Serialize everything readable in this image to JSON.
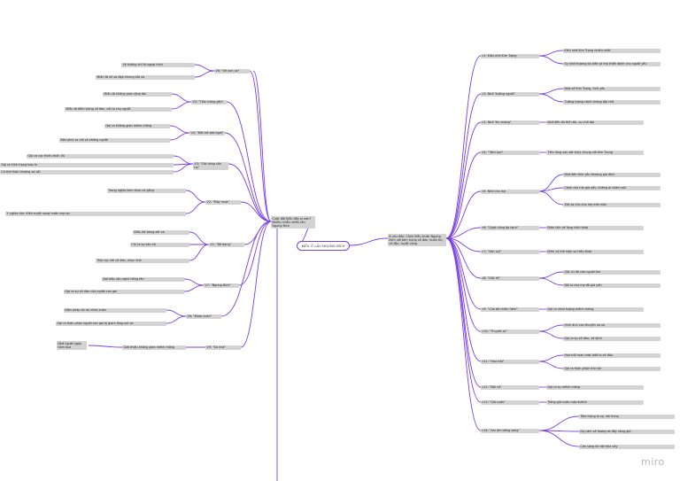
{
  "center": "KIỀU Ở LẦU NGƯNG BÍCH",
  "left_main": "Cuộc đời Kiều đầy ai oán? Nhiều nhiễu nhiều lần Ngưng Bích",
  "right_main": "6 câu đầu: Cảnh Kiều trước Ngưng Bích với tâm trạng cô đơn, buồn tủi, cô độc, tuyệt vọng",
  "left": [
    {
      "label": "V6: \"Vẻ non xa\"",
      "items": [
        "Vẻ không chỉ tả ngoại hình",
        "Miêu tả vẻ xa đẹp nhưng xót xa"
      ]
    },
    {
      "label": "V5: \"Tấm trăng gần\"",
      "items": [
        "Miêu tả không gian rộng lớn",
        "Miêu tả đêm trăng cô đơn, nỗi lo cho người"
      ]
    },
    {
      "label": "V4: \"Bốn bề bát ngát\"",
      "items": [
        "Gợi ra không gian mênh mông",
        "Bốn phía xa vời và không người"
      ]
    },
    {
      "label": "V3: \"Cát vàng cồn nọ\"",
      "items": [
        "Gợi cơ cực thiếu thốn đủ",
        "Gợi ra hình trạng bao la",
        "Cơ thể thân thương xa xôi"
      ]
    },
    {
      "label": "V2: \"Mây mưa\"",
      "items": [
        "Trong nghĩa kèm theo cố gắng",
        "Ý nghĩa câu: Kiều tuyệt vọng trước mọi sự"
      ]
    },
    {
      "label": "V1: \"Bẽ bàng\"",
      "items": [
        "Điều bẽ bàng xót xa",
        "Chỉ ra sự xấu hổ",
        "Tiếp tục nỗi cô đơn, nhục nhã"
      ]
    },
    {
      "label": "V7: \"Ngưng Bích\"",
      "items": [
        "Nơi tiếp cận nghe tiếng tên",
        "Gợi ra sự cô đơn của người con gái"
      ]
    },
    {
      "label": "V8: \"Khóa xuân\"",
      "items": [
        "Biện pháp ẩn dụ khóa xuân",
        "Gợi ra thân phận người con gái bị giam lỏng nơi xa"
      ]
    },
    {
      "label": "V9: \"Xa nhà\"",
      "items": [
        "Giới thiệu không gian mênh mông"
      ]
    }
  ],
  "left_extra": "Nhớ người ngày hôm qua",
  "right": [
    {
      "label": "c1: Kiều nhớ Kim Trọng",
      "items": [
        "Kiều nhớ Kim Trọng nhiều nhất",
        "Sự nhớ thương da diết và tha thiết dành cho người yêu"
      ]
    },
    {
      "label": "c2: Nhớ \"tưởng người\"",
      "items": [
        "Nhớ về Kim Trọng, tình yêu",
        "Tưởng tượng cảnh chàng đợi chờ"
      ]
    },
    {
      "label": "c3: Nhớ \"tin sương\"",
      "items": [
        "Nhớ đến lời thề ước, sự chờ đợi"
      ]
    },
    {
      "label": "c4: \"Tấm son\"",
      "items": [
        "Tấm lòng son sắt thủy chung với Kim Trọng"
      ]
    },
    {
      "label": "c5: Nhớ cha mẹ",
      "items": [
        "Nhớ đến tình yêu thương gia đình",
        "Cảnh cha mẹ già yếu, không ai chăm sóc",
        "Xót xa cho cha mẹ mỏi mòn"
      ]
    },
    {
      "label": "c6: \"Quạt nồng ấp lạnh\"",
      "items": [
        "Điển tích về lòng hiếu thảo"
      ]
    },
    {
      "label": "c7: \"Sân Lai\"",
      "items": [
        "Điển cố thể hiện sự hiếu thảo"
      ]
    },
    {
      "label": "c8: \"Gốc tử\"",
      "items": [
        "Gốc tử đã vừa người ôm",
        "Nỗi lo cha mẹ đã già yếu"
      ]
    },
    {
      "label": "c9: \"Cửa bể chiều hôm\"",
      "items": [
        "Gợi ra cảnh tượng mênh mông"
      ]
    },
    {
      "label": "c10: \"Thuyền ai\"",
      "items": [
        "Hình ảnh con thuyền xa xa",
        "Gợi ra sự cô đơn, vô định"
      ]
    },
    {
      "label": "c11: \"Hoa trôi\"",
      "items": [
        "Hoa trôi man mác biết là về đâu",
        "Gợi ra thân phận trôi nổi"
      ]
    },
    {
      "label": "c12: \"Nội cỏ\"",
      "items": [
        "Gợi ra sự mênh mông"
      ]
    },
    {
      "label": "c13: \"Gió cuốn\"",
      "items": [
        "Tiếng gió cuốn mặt duềnh"
      ]
    },
    {
      "label": "c14: \"Ầm ầm tiếng sóng\"",
      "items": [
        "Tâm trạng lo sợ, hãi hùng",
        "Dự cảm về tương lai đầy sóng gió",
        "Cơn sóng dữ dội bủa vây"
      ]
    }
  ],
  "brand": "miro"
}
